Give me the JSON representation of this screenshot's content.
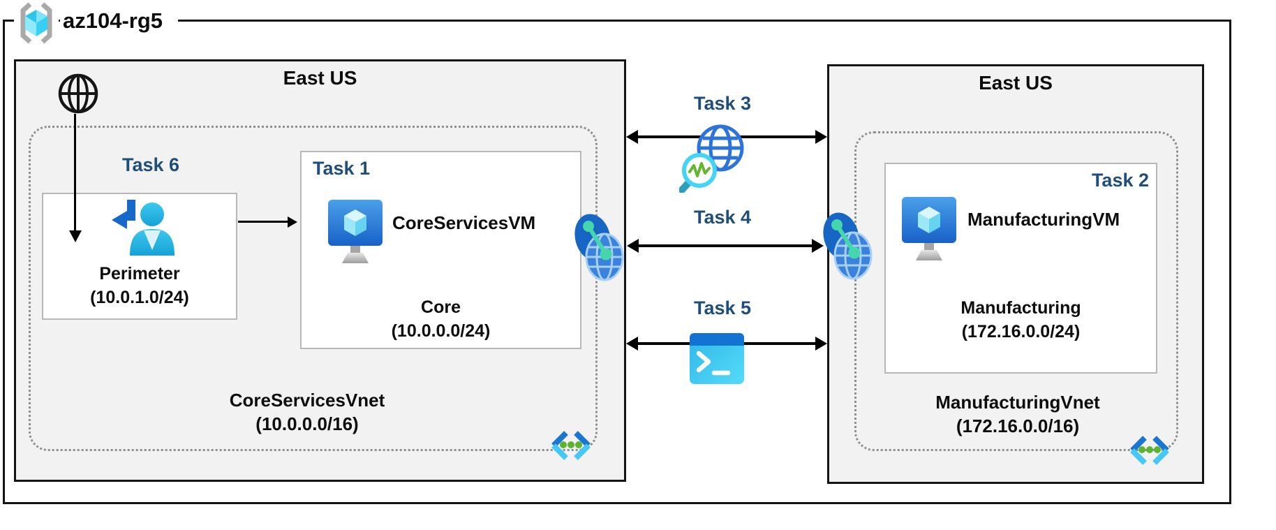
{
  "resource_group": {
    "name": "az104-rg5"
  },
  "left_region": {
    "location": "East US",
    "task6_label": "Task 6",
    "perimeter_subnet": {
      "name": "Perimeter",
      "cidr": "(10.0.1.0/24)"
    },
    "task1_box": {
      "label": "Task 1",
      "vm_name": "CoreServicesVM",
      "subnet_name": "Core",
      "subnet_cidr": "(10.0.0.0/24)"
    },
    "vnet_name": "CoreServicesVnet",
    "vnet_cidr": "(10.0.0.0/16)"
  },
  "right_region": {
    "location": "East US",
    "task2_box": {
      "label": "Task 2",
      "vm_name": "ManufacturingVM",
      "subnet_name": "Manufacturing",
      "subnet_cidr": "(172.16.0.0/24)"
    },
    "vnet_name": "ManufacturingVnet",
    "vnet_cidr": "(172.16.0.0/16)"
  },
  "connections": {
    "task3_label": "Task 3",
    "task4_label": "Task 4",
    "task5_label": "Task 5"
  },
  "icons": {
    "resource_group": "azure-resource-group-icon",
    "internet": "internet-globe-icon",
    "perimeter_user": "user-signin-icon",
    "virtual_machine": "azure-vm-icon",
    "virtual_network": "azure-vnet-icon",
    "peering": "vnet-peering-icon",
    "network_watcher": "network-watcher-icon",
    "cloud_shell": "cloud-shell-icon"
  },
  "colors": {
    "task_label": "#1F4E79",
    "region_background": "#F2F2F2",
    "outer_border": "#141414",
    "box_border": "#B7B7B7",
    "dashed_border": "#8F8F8F",
    "azure_blue": "#1B76D2",
    "azure_cyan": "#47C8F3",
    "peering_teal": "#45D6AE",
    "vnet_dot_green": "#5CB332"
  }
}
